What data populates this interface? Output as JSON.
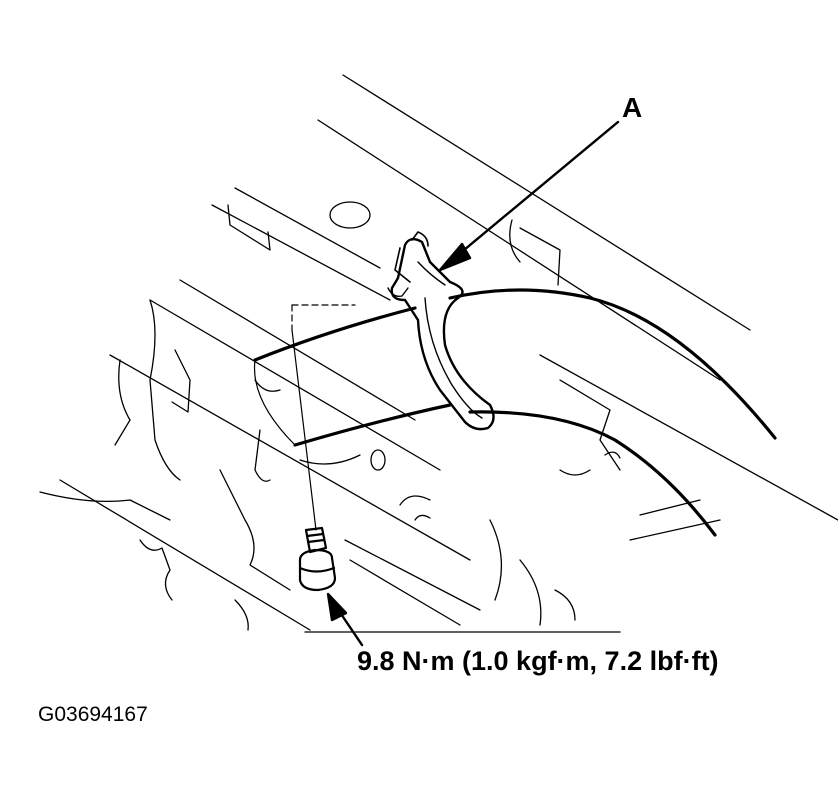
{
  "callouts": {
    "part_a": "A",
    "bolt_torque": "9.8 N·m (1.0 kgf·m, 7.2 lbf·ft)"
  },
  "figure_id": "G03694167",
  "colors": {
    "ink": "#000000",
    "background": "#ffffff"
  }
}
